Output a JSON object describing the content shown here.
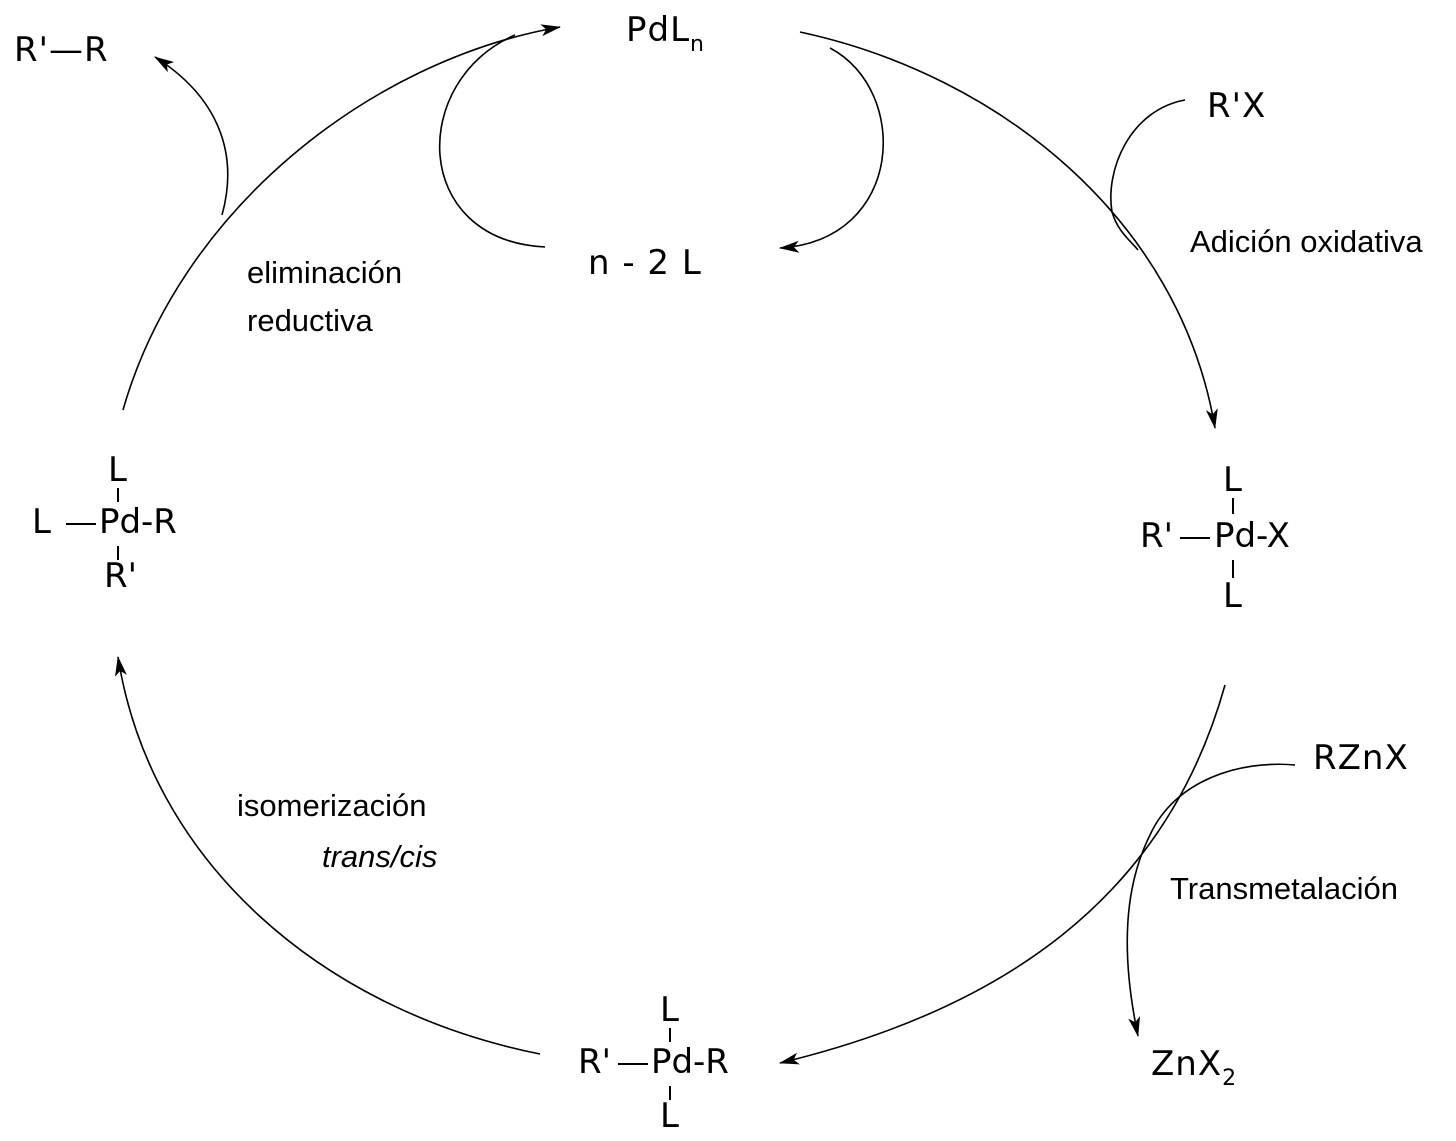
{
  "diagram": {
    "species": {
      "catalyst_base": "PdL",
      "catalyst_sub": "n",
      "ligand_loss": "n - 2 L",
      "product": "R'—R",
      "aryl_halide": "R'X",
      "organozinc": "RZnX",
      "byproduct_base": "ZnX",
      "byproduct_sub": "2"
    },
    "steps": {
      "oxidative_addition": "Adición oxidativa",
      "transmetalation": "Transmetalación",
      "isomerization_line1": "isomerización",
      "isomerization_line2": "trans/cis",
      "reductive_elimination_line1": "eliminación",
      "reductive_elimination_line2": "reductiva"
    },
    "complexes": {
      "trans_halide": {
        "top": "L",
        "left": "R'",
        "center": "Pd",
        "right": "-X",
        "bottom": "L"
      },
      "trans_alkyl": {
        "top": "L",
        "left": "R'",
        "center": "Pd",
        "right": "-R",
        "bottom": "L"
      },
      "cis_alkyl": {
        "top": "L",
        "left": "L",
        "center": "Pd",
        "right": "-R",
        "bottom": "R'"
      }
    }
  }
}
